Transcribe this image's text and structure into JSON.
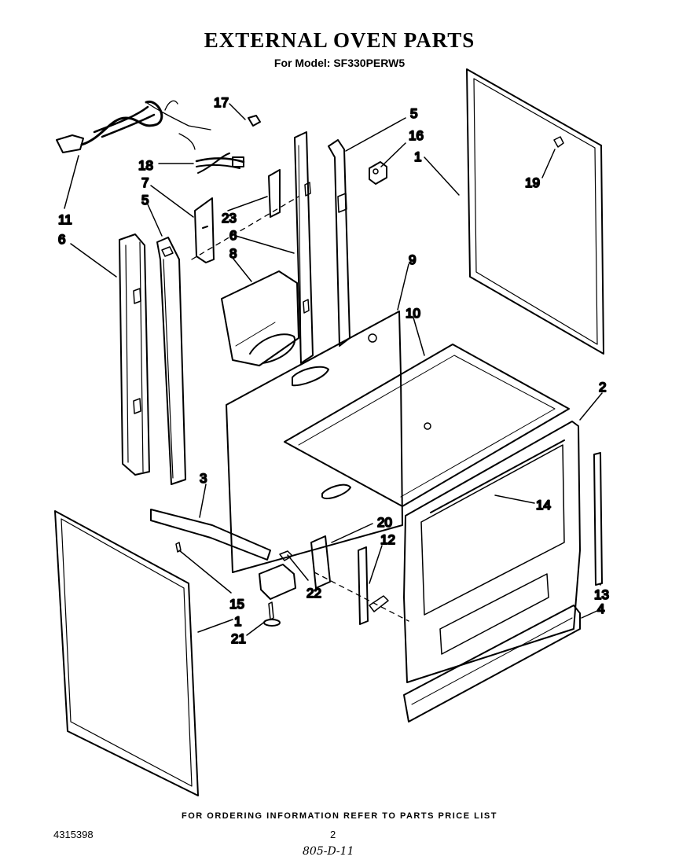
{
  "header": {
    "title": "EXTERNAL OVEN PARTS",
    "subtitle": "For Model: SF330PERW5"
  },
  "footer": {
    "ordering_note": "FOR ORDERING INFORMATION REFER TO PARTS PRICE LIST",
    "document_number": "4315398",
    "page_number": "2",
    "handwritten_code": "805-D-11"
  },
  "callouts": {
    "c17": "17",
    "c5a": "5",
    "c16": "16",
    "c1a": "1",
    "c18": "18",
    "c7": "7",
    "c5b": "5",
    "c19": "19",
    "c23": "23",
    "c11": "11",
    "c6a": "6",
    "c6b": "6",
    "c8": "8",
    "c9": "9",
    "c10": "10",
    "c2": "2",
    "c3": "3",
    "c14": "14",
    "c20": "20",
    "c12": "12",
    "c22": "22",
    "c15": "15",
    "c13": "13",
    "c1b": "1",
    "c21": "21",
    "c4": "4"
  }
}
